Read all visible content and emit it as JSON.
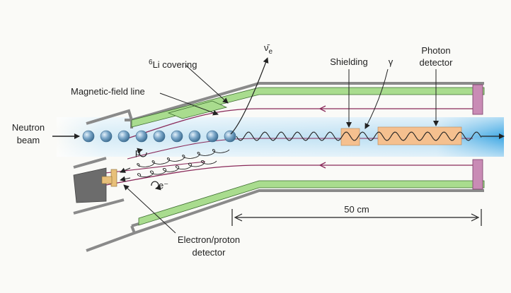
{
  "labels": {
    "neutron_beam_line1": "Neutron",
    "neutron_beam_line2": "beam",
    "li_covering_sup": "6",
    "li_covering": "Li covering",
    "magnetic_field_line": "Magnetic-field line",
    "antineutrino": "ν̄",
    "antineutrino_sub": "e",
    "shielding": "Shielding",
    "gamma": "γ",
    "photon_detector_line1": "Photon",
    "photon_detector_line2": "detector",
    "proton": "p",
    "electron": "e⁻",
    "electron_proton_detector_line1": "Electron/proton",
    "electron_proton_detector_line2": "detector",
    "scale": "50 cm"
  },
  "colors": {
    "beam": "#4aaee6",
    "covering": "#a9dc8e",
    "field_line": "#8a2a5a",
    "detector": "#f5c08f",
    "end_cap": "#c98bb5",
    "neutron": "#5d8eb4",
    "wall": "#8a8a8a"
  },
  "neutron_count": 9
}
